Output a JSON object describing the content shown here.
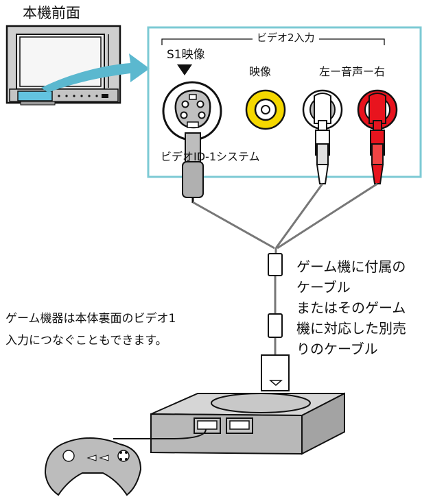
{
  "labels": {
    "front_panel": "本機前面",
    "video2_input": "ビデオ2入力",
    "s1_video": "S1映像",
    "video": "映像",
    "audio_lr": "左ー音声ー右",
    "video1_id1": "ビデオID-1システム"
  },
  "notes": {
    "cable": [
      "ゲーム機に付属の",
      "ケーブル",
      "またはそのゲーム",
      "機に対応した別売",
      "りのケーブル"
    ],
    "console": [
      "ゲーム機器は本体裏面のビデオ1",
      "入力につなぐこともできます。"
    ]
  },
  "colors": {
    "panel_border": "#7ccad4",
    "arrow": "#5bb8cf",
    "video_jack": "#f5d800",
    "audio_right": "#e8141e",
    "audio_left": "#ffffff",
    "device_gray": "#b8b8b8"
  },
  "icons": [
    "tv-icon",
    "arrow-icon",
    "svideo-jack-icon",
    "rca-jack-icon",
    "plug-icon",
    "game-console-icon",
    "controller-icon"
  ]
}
